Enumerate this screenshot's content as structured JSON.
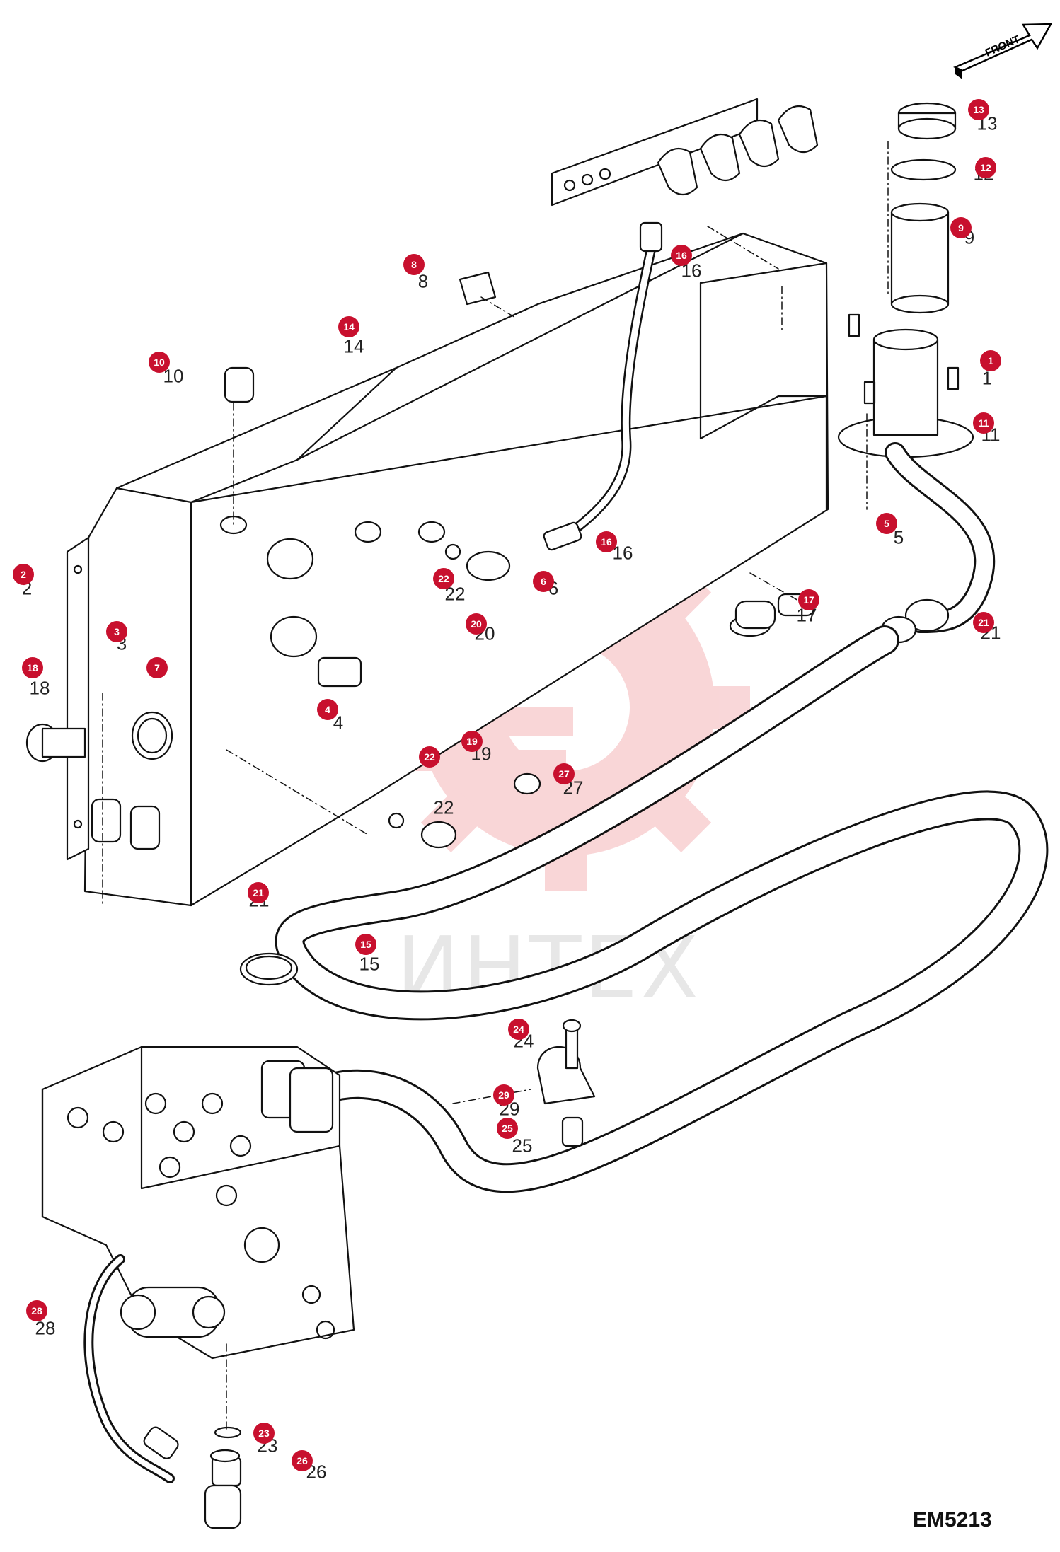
{
  "figure": {
    "code": "EM5213",
    "front_label": "FRONT",
    "watermark": "ИНТЕХ"
  },
  "callouts": [
    {
      "id": "1",
      "label": "1"
    },
    {
      "id": "2",
      "label": "2"
    },
    {
      "id": "3",
      "label": "3"
    },
    {
      "id": "4",
      "label": "4"
    },
    {
      "id": "5",
      "label": "5"
    },
    {
      "id": "6",
      "label": "6"
    },
    {
      "id": "7",
      "label": "7"
    },
    {
      "id": "8",
      "label": "8"
    },
    {
      "id": "9",
      "label": "9"
    },
    {
      "id": "10",
      "label": "10"
    },
    {
      "id": "11",
      "label": "11"
    },
    {
      "id": "12",
      "label": "12"
    },
    {
      "id": "13",
      "label": "13"
    },
    {
      "id": "14",
      "label": "14"
    },
    {
      "id": "15",
      "label": "15"
    },
    {
      "id": "16a",
      "label": "16"
    },
    {
      "id": "16b",
      "label": "16"
    },
    {
      "id": "17",
      "label": "17"
    },
    {
      "id": "18",
      "label": "18"
    },
    {
      "id": "19",
      "label": "19"
    },
    {
      "id": "20",
      "label": "20"
    },
    {
      "id": "21a",
      "label": "21"
    },
    {
      "id": "21b",
      "label": "21"
    },
    {
      "id": "22a",
      "label": "22"
    },
    {
      "id": "22b",
      "label": "22"
    },
    {
      "id": "23",
      "label": "23"
    },
    {
      "id": "24",
      "label": "24"
    },
    {
      "id": "25",
      "label": "25"
    },
    {
      "id": "26",
      "label": "26"
    },
    {
      "id": "27",
      "label": "27"
    },
    {
      "id": "28",
      "label": "28"
    },
    {
      "id": "29",
      "label": "29"
    }
  ]
}
